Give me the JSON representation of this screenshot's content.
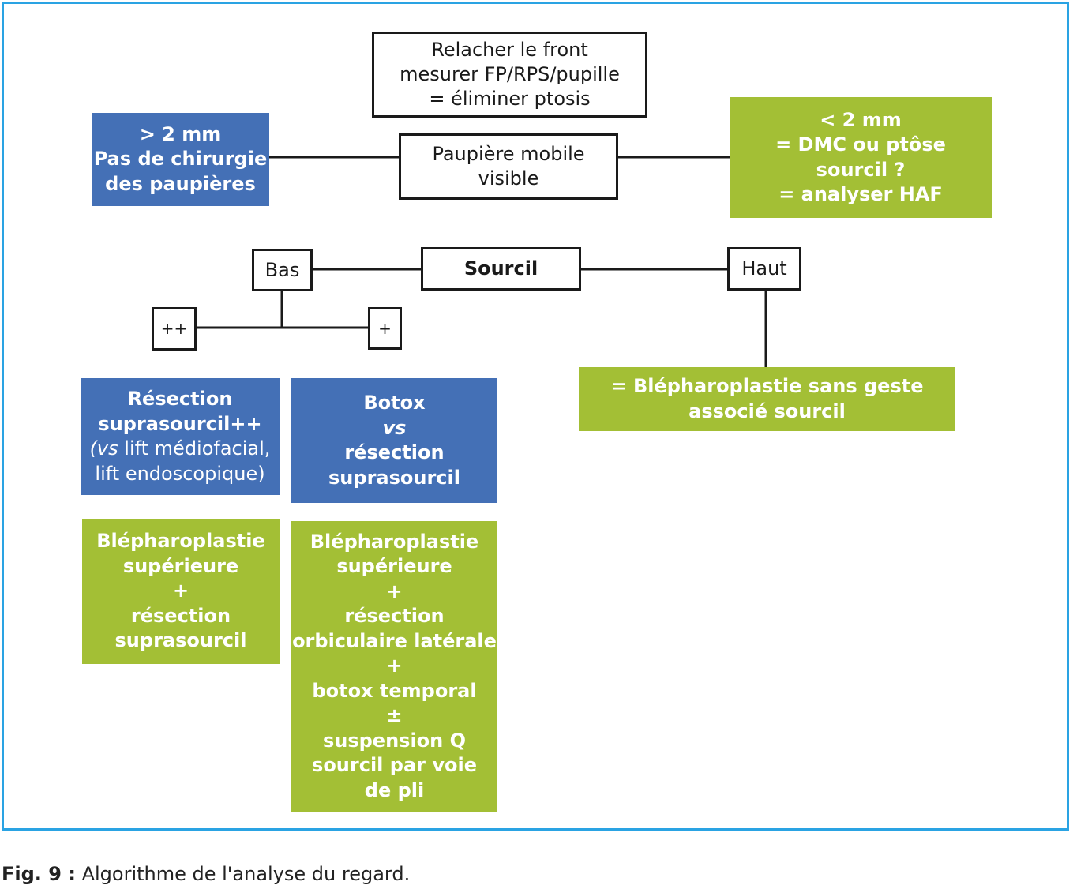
{
  "top_box": {
    "lines": [
      "Relacher le front",
      "mesurer FP/RPS/pupille",
      "= éliminer ptosis"
    ]
  },
  "mobile_box": {
    "lines": [
      "Paupière mobile",
      "visible"
    ]
  },
  "left_blue": {
    "lines": [
      "> 2 mm",
      "Pas de chirurgie",
      "des paupières"
    ]
  },
  "right_green": {
    "lines": [
      "< 2 mm",
      "= DMC ou ptôse",
      "sourcil ?",
      "= analyser HAF"
    ]
  },
  "sourcil": {
    "label": "Sourcil"
  },
  "bas": {
    "label": "Bas"
  },
  "haut": {
    "label": "Haut"
  },
  "plusplus": {
    "label": "++"
  },
  "plus": {
    "label": "+"
  },
  "resection_box": {
    "line1": "Résection",
    "line2": "suprasourcil++",
    "line3_italic": "(vs",
    "line3_rest": " lift médiofacial,",
    "line4": "lift endoscopique)"
  },
  "botox_box": {
    "line1": "Botox",
    "line2_italic": "vs",
    "line3": "résection",
    "line4": "suprasourcil"
  },
  "haut_result": {
    "lines": [
      "= Blépharoplastie sans geste",
      "associé sourcil"
    ]
  },
  "green_left": {
    "lines": [
      "Blépharoplastie",
      "supérieure",
      "+",
      "résection",
      "suprasourcil"
    ]
  },
  "green_mid": {
    "lines": [
      "Blépharoplastie",
      "supérieure",
      "+",
      "résection",
      "orbiculaire latérale",
      "+",
      "botox temporal",
      "±",
      "suspension Q",
      "sourcil par voie",
      "de pli"
    ]
  },
  "caption": {
    "label": "Fig. 9 :",
    "text": " Algorithme de l'analyse du regard."
  },
  "colors": {
    "frame": "#2aa3e3",
    "blue": "#4470b6",
    "green": "#a3bf35",
    "line": "#1a1a1a"
  }
}
